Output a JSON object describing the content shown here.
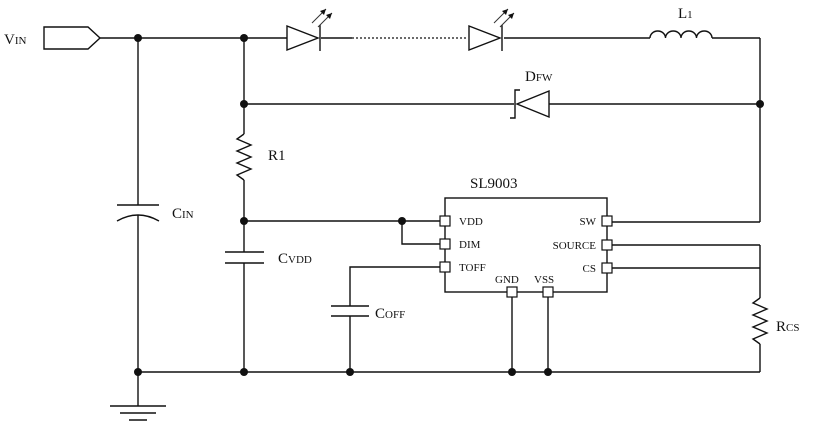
{
  "components": {
    "vin": {
      "main": "V",
      "sub": "IN"
    },
    "cin": {
      "main": "C",
      "sub": "IN"
    },
    "r1": {
      "label": "R1"
    },
    "cvdd": {
      "main": "C",
      "sub": "VDD"
    },
    "coff": {
      "main": "C",
      "sub": "OFF"
    },
    "rcs": {
      "main": "R",
      "sub": "CS"
    },
    "l1": {
      "main": "L",
      "sub": "1"
    },
    "dfw": {
      "main": "D",
      "sub": "FW"
    }
  },
  "ic": {
    "name": "SL9003",
    "pins": {
      "vdd": "VDD",
      "dim": "DIM",
      "toff": "TOFF",
      "gnd": "GND",
      "vss": "VSS",
      "sw": "SW",
      "source": "SOURCE",
      "cs": "CS"
    }
  }
}
